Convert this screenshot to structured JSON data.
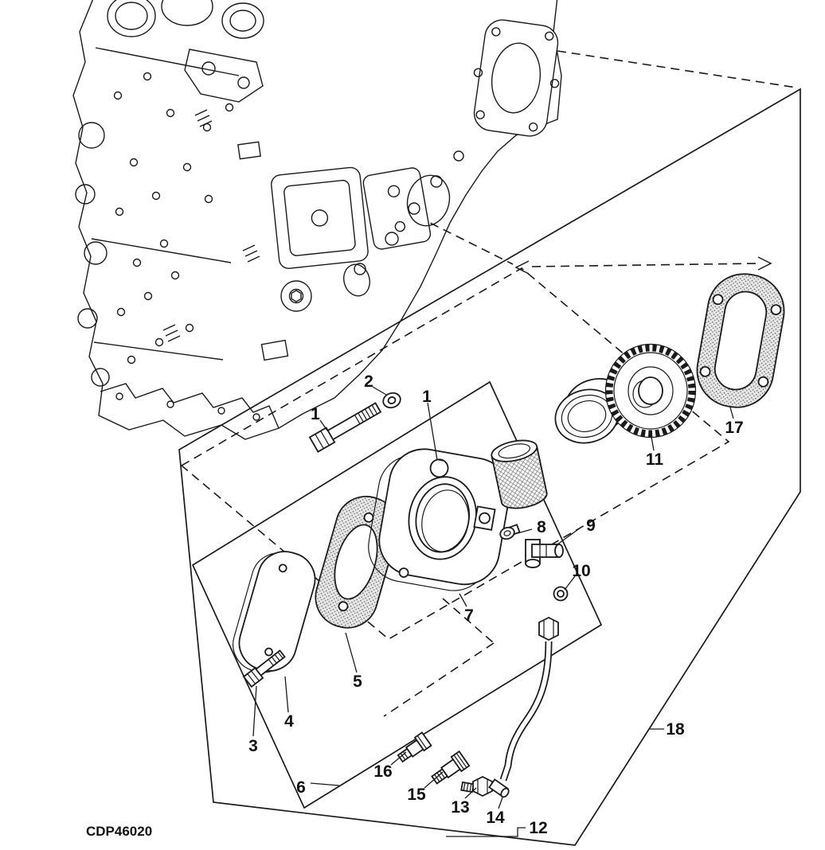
{
  "figure": {
    "code": "CDP46020",
    "kind": "exploded-parts-diagram",
    "palette": {
      "ink": "#1a1a1a",
      "background": "#ffffff",
      "gasket_fill": "#e6e6e6"
    }
  },
  "callouts": [
    {
      "id": "1-bolt",
      "label": "1"
    },
    {
      "id": "1-hole",
      "label": "1"
    },
    {
      "id": "2",
      "label": "2"
    },
    {
      "id": "3",
      "label": "3"
    },
    {
      "id": "4",
      "label": "4"
    },
    {
      "id": "5",
      "label": "5"
    },
    {
      "id": "6",
      "label": "6"
    },
    {
      "id": "7",
      "label": "7"
    },
    {
      "id": "8",
      "label": "8"
    },
    {
      "id": "9",
      "label": "9"
    },
    {
      "id": "10",
      "label": "10"
    },
    {
      "id": "11",
      "label": "11"
    },
    {
      "id": "12",
      "label": "12"
    },
    {
      "id": "13",
      "label": "13"
    },
    {
      "id": "14",
      "label": "14"
    },
    {
      "id": "15",
      "label": "15"
    },
    {
      "id": "16",
      "label": "16"
    },
    {
      "id": "17",
      "label": "17"
    },
    {
      "id": "18",
      "label": "18"
    }
  ]
}
